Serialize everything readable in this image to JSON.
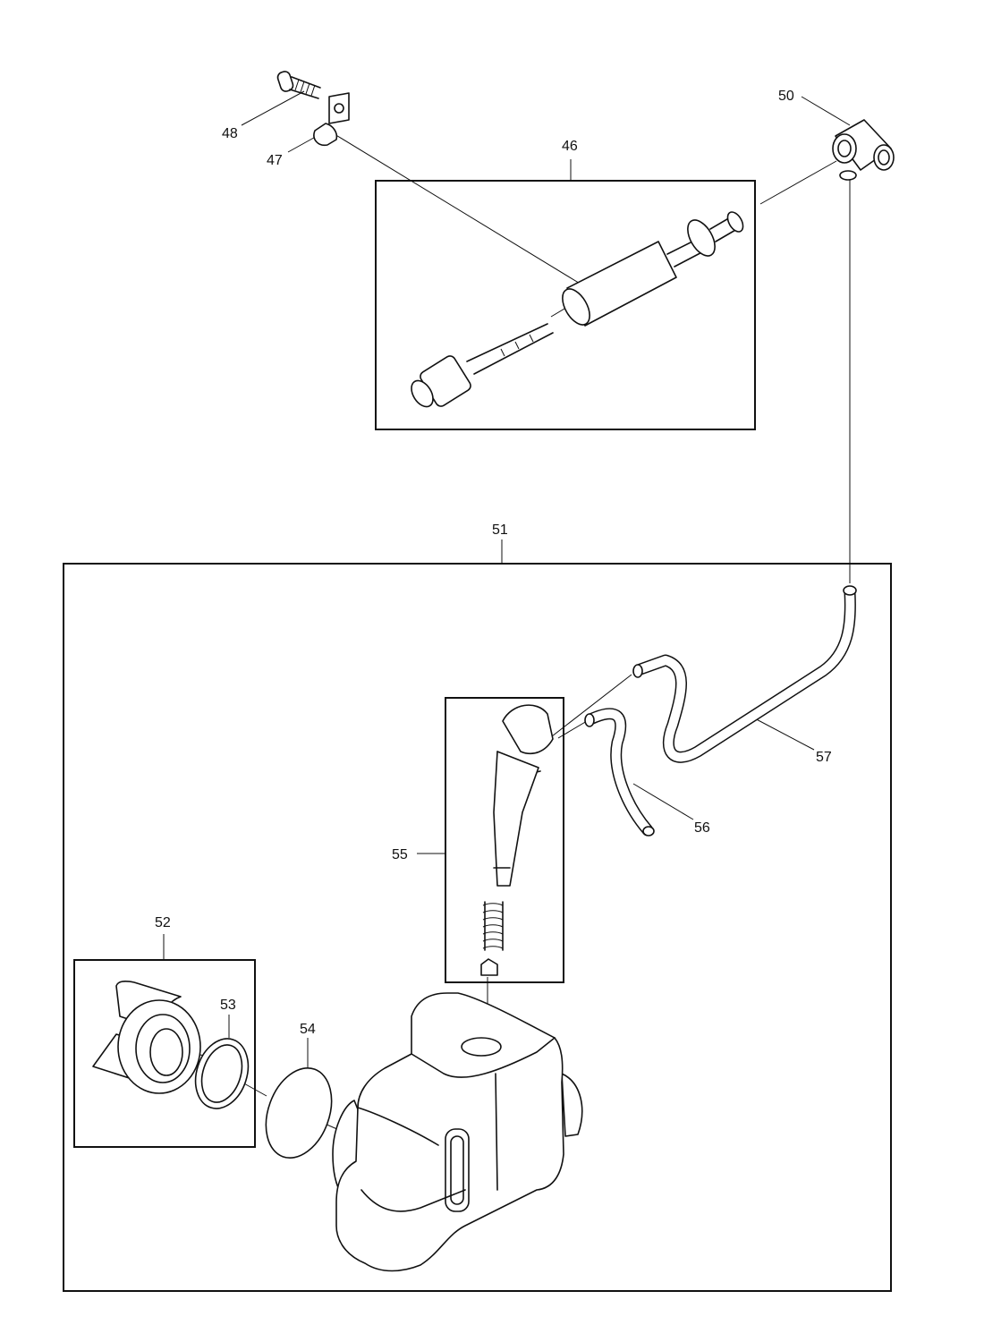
{
  "parts": {
    "p46": "46",
    "p47": "47",
    "p48": "48",
    "p50": "50",
    "p51": "51",
    "p52": "52",
    "p53": "53",
    "p54": "54",
    "p55": "55",
    "p56": "56",
    "p57": "57"
  }
}
